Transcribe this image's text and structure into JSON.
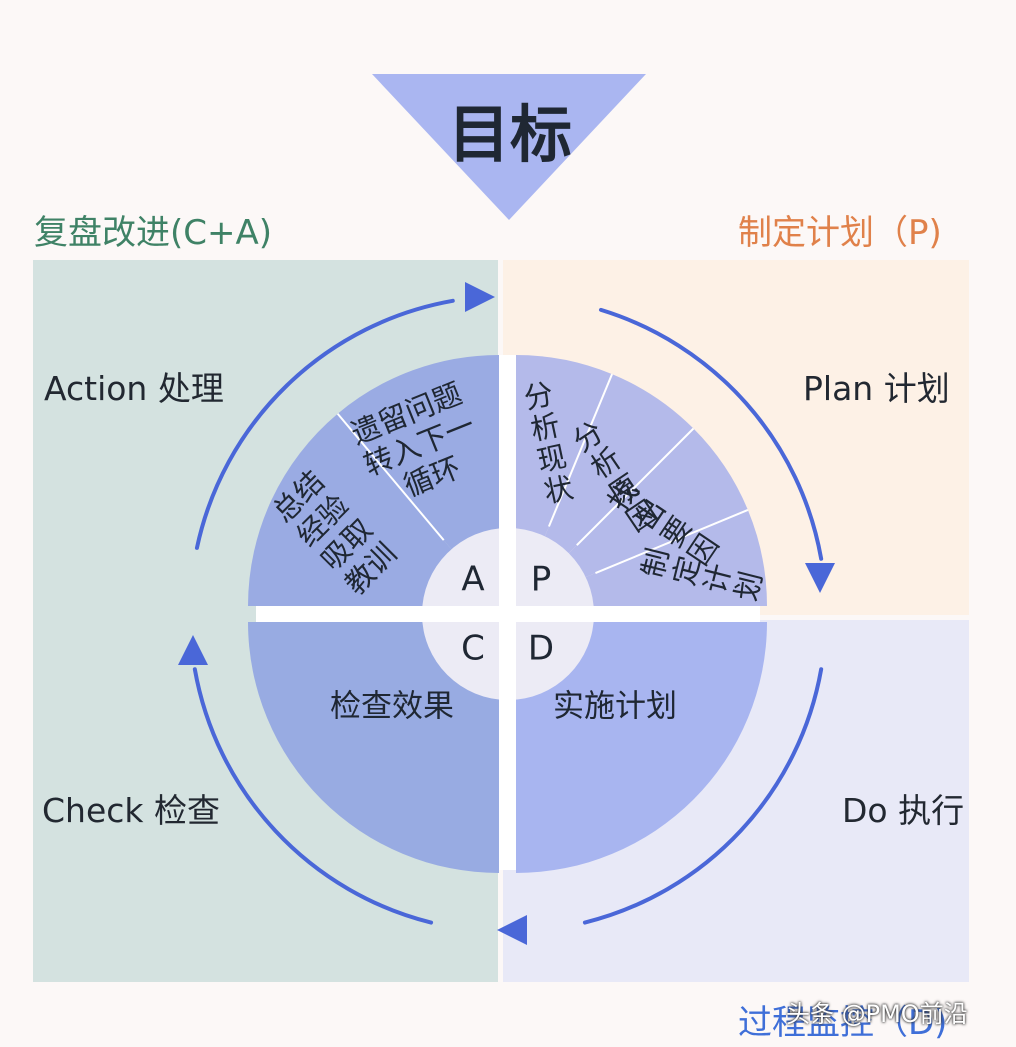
{
  "goal": "目标",
  "quadrants": {
    "ca": {
      "title": "复盘改进(C+A)",
      "color": "#3f8266"
    },
    "p": {
      "title": "制定计划（P)",
      "color": "#e0814a"
    },
    "d": {
      "title": "过程监控（D)",
      "color": "#3f6fd8"
    }
  },
  "phases": {
    "action": "Action 处理",
    "plan": "Plan 计划",
    "check": "Check 检查",
    "do": "Do 执行"
  },
  "center": {
    "a": "A",
    "p": "P",
    "c": "C",
    "d": "D"
  },
  "segments": {
    "a": [
      [
        "总结",
        "经验",
        "吸取",
        "教训"
      ],
      [
        "遗留问题",
        "转入下一",
        "循环"
      ]
    ],
    "p": [
      [
        "分",
        "析",
        "现",
        "状"
      ],
      [
        "分",
        "析",
        "原",
        "因"
      ],
      [
        "找",
        "出",
        "要",
        "因"
      ],
      [
        "制",
        "定",
        "计",
        "划"
      ]
    ],
    "c": "检查效果",
    "d": "实施计划"
  },
  "colors": {
    "bg_ca": "#d4e2e0",
    "bg_p": "#fdf1e6",
    "bg_d": "#e8e9f7",
    "goal_triangle": "#aab6f1",
    "arrow": "#4a67d8",
    "disc_a": "#9aabe3",
    "disc_p": "#b4baea",
    "disc_c": "#98abe2",
    "disc_d": "#a8b5f0",
    "hub": "#ecebf5"
  },
  "watermark": "头条 @PMO前沿"
}
